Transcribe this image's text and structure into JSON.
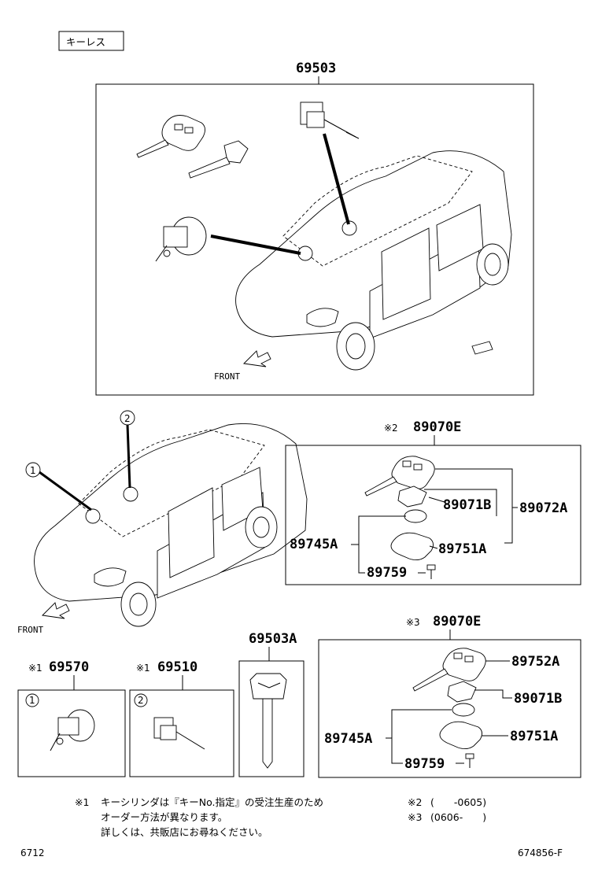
{
  "header": {
    "tag": "キーレス"
  },
  "top_assembly": {
    "part": "69503",
    "front": "FRONT"
  },
  "car_bottom": {
    "front": "FRONT",
    "marker1": "1",
    "marker2": "2"
  },
  "group_2": {
    "note_mark": "※2",
    "part": "89070E",
    "parts": {
      "p89071B": "89071B",
      "p89072A": "89072A",
      "p89745A": "89745A",
      "p89751A": "89751A",
      "p89759": "89759"
    }
  },
  "group_3": {
    "note_mark": "※3",
    "part": "89070E",
    "parts": {
      "p89752A": "89752A",
      "p89071B": "89071B",
      "p89745A": "89745A",
      "p89751A": "89751A",
      "p89759": "89759"
    }
  },
  "box_69570": {
    "note_mark": "※1",
    "part": "69570",
    "marker": "1"
  },
  "box_69510": {
    "note_mark": "※1",
    "part": "69510",
    "marker": "2"
  },
  "box_69503A": {
    "part": "69503A"
  },
  "notes": {
    "n1_mark": "※1",
    "n1_line1": "キーシリンダは『キーNo.指定』の受注生産のため",
    "n1_line2": "オーダー方法が異なります。",
    "n1_line3": "詳しくは、共販店にお尋ねください。",
    "n2_mark": "※2",
    "n2_text": "(　　-0605)",
    "n3_mark": "※3",
    "n3_text": "(0606-　　)"
  },
  "footer": {
    "left": "6712",
    "right": "674856-F"
  }
}
